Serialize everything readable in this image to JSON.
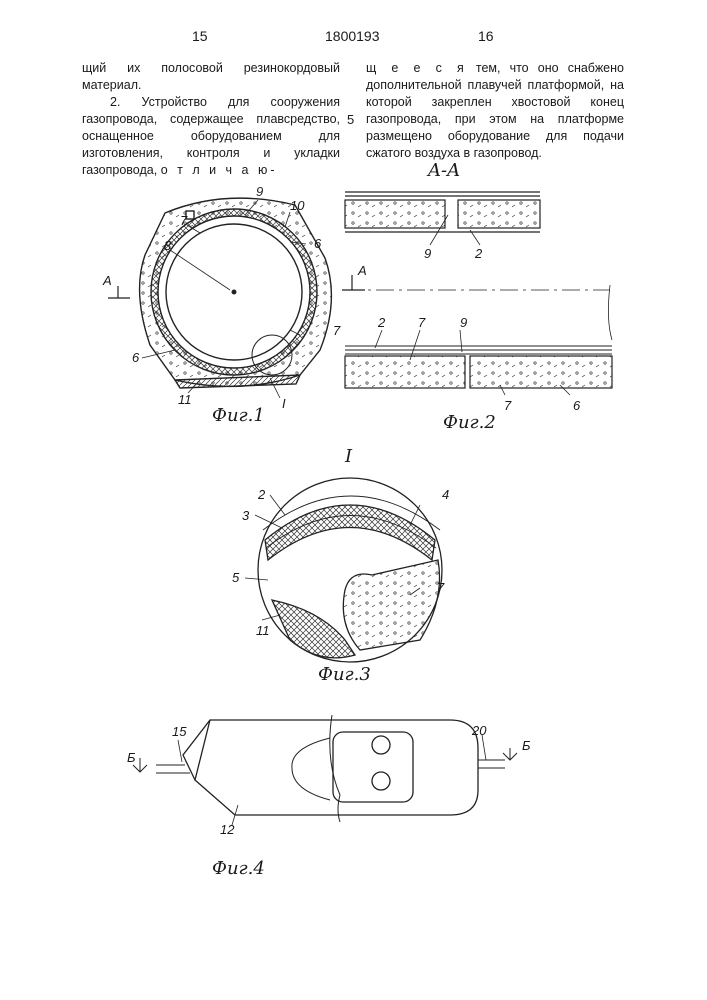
{
  "header": {
    "left_page": "15",
    "patent_number": "1800193",
    "right_page": "16"
  },
  "left_column": [
    "щий их полосовой резинокордовый материал.",
    "2. Устройство для сооружения газопровода, содержащее плавсредство, оснащенное оборудованием для изготовления, контроля и укладки газопровода,"
  ],
  "left_column_spaced": "о т л и ч а ю-",
  "right_column_spaced": "щ е е с я",
  "right_column": "тем, что оно снабжено дополнительной плавучей платформой, на которой закреплен хвостовой конец газопровода, при этом на платформе размещено оборудование для подачи сжатого воздуха в газопровод.",
  "line_number": "5",
  "figures": {
    "fig1": {
      "caption": "Фиг.1",
      "labels": [
        "9",
        "10",
        "7",
        "6",
        "8",
        "A",
        "6",
        "7",
        "11",
        "I"
      ]
    },
    "fig2": {
      "caption": "Фиг.2",
      "section_title": "A-A",
      "labels": [
        "9",
        "2",
        "A",
        "2",
        "7",
        "9",
        "7",
        "6"
      ]
    },
    "fig3": {
      "caption": "Фиг.3",
      "detail_title": "I",
      "labels": [
        "2",
        "4",
        "3",
        "5",
        "7",
        "11"
      ]
    },
    "fig4": {
      "caption": "Фиг.4",
      "labels": [
        "15",
        "Б",
        "20",
        "Б",
        "12"
      ]
    }
  }
}
